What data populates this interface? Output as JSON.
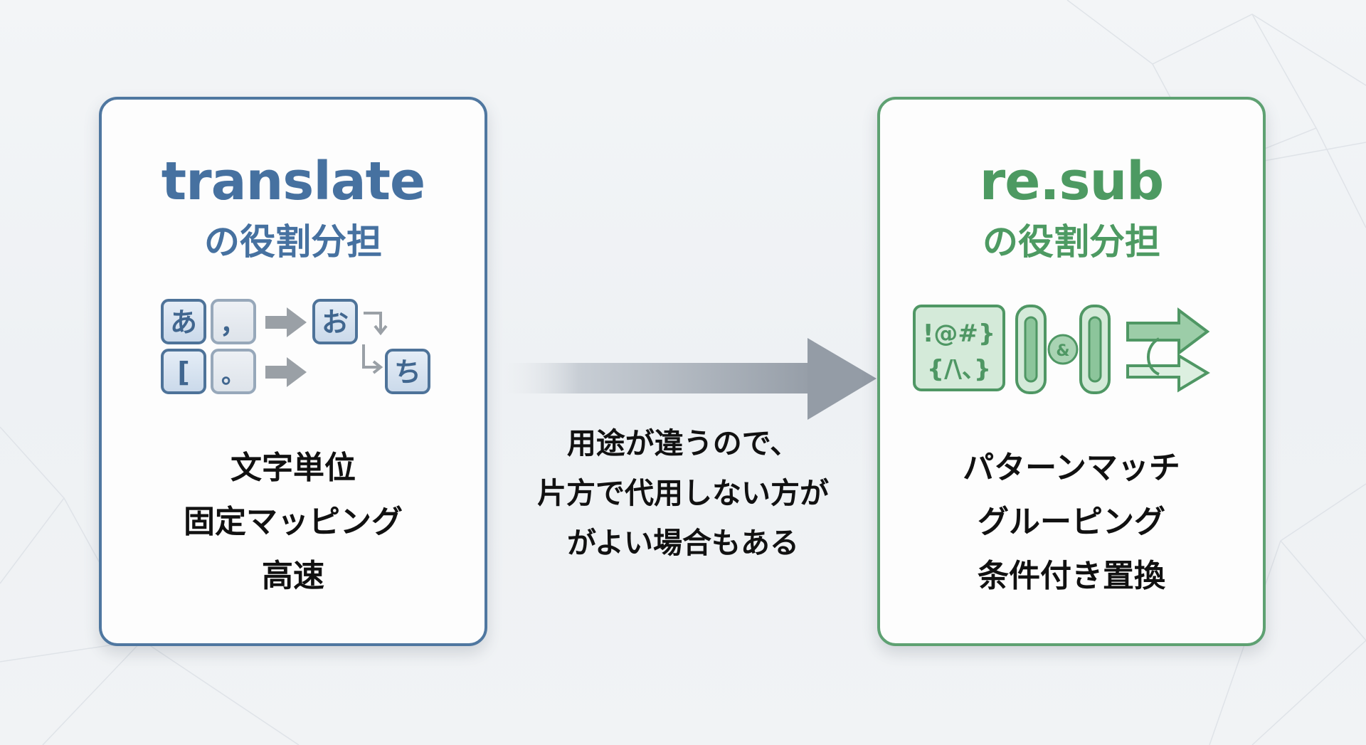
{
  "left_card": {
    "title": "translate",
    "subtitle": "の役割分担",
    "accent": "#4f77a0",
    "icon_keys": {
      "source_top_left": "あ",
      "source_top_right": "，",
      "source_bottom_left": "[",
      "source_bottom_right": "。",
      "target_top": "お",
      "target_bottom": "ち"
    },
    "features": [
      "文字単位",
      "固定マッピング",
      "高速"
    ]
  },
  "right_card": {
    "title": "re.sub",
    "subtitle": "の役割分担",
    "accent": "#5ea172",
    "icon_symbols": {
      "pattern_line1": "!@#}",
      "pattern_line2": "{/\\、}",
      "group_join": "&"
    },
    "features": [
      "パターンマッチ",
      "グルーピング",
      "条件付き置換"
    ]
  },
  "middle": {
    "lines": [
      "用途が違うので、",
      "片方で代用しない方が",
      "がよい場合もある"
    ],
    "arrow_color": "#949ca6"
  }
}
